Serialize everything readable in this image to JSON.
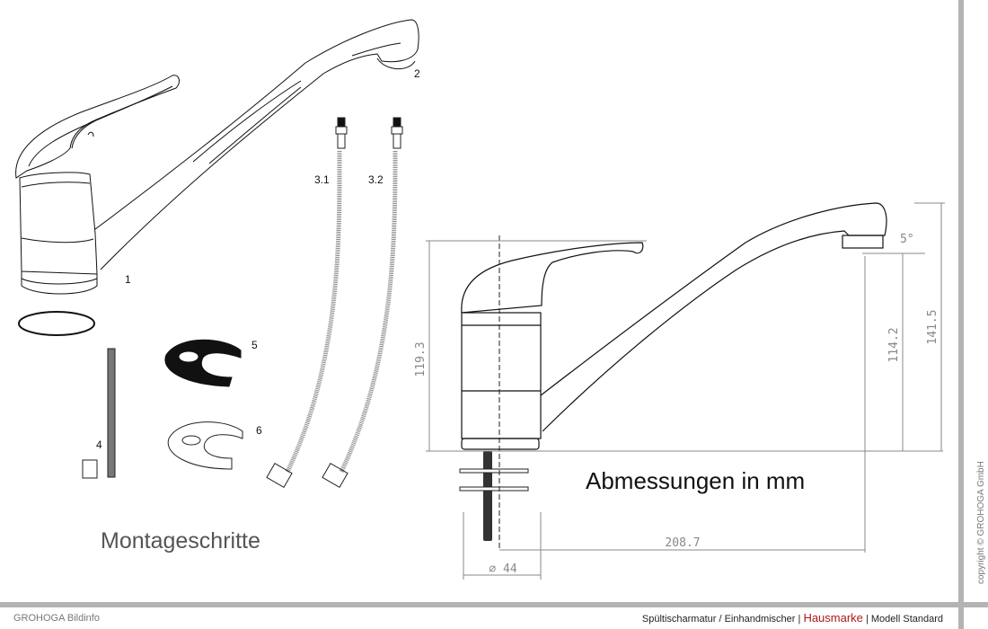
{
  "titles": {
    "assembly": "Montageschritte",
    "dimensions": "Abmessungen in mm"
  },
  "parts": [
    {
      "id": "1",
      "label": "1",
      "name": "faucet-body"
    },
    {
      "id": "2",
      "label": "2",
      "name": "aerator"
    },
    {
      "id": "3.1",
      "label": "3.1",
      "name": "hose-1"
    },
    {
      "id": "3.2",
      "label": "3.2",
      "name": "hose-2"
    },
    {
      "id": "4",
      "label": "4",
      "name": "threaded-rod"
    },
    {
      "id": "5",
      "label": "5",
      "name": "rubber-washer"
    },
    {
      "id": "6",
      "label": "6",
      "name": "metal-washer"
    }
  ],
  "dimensions": {
    "body_height": "119.3",
    "spout_height": "114.2",
    "total_height": "141.5",
    "spout_reach": "208.7",
    "base_diameter": "∅ 44",
    "spout_angle": "5°"
  },
  "footer": {
    "left": "GROHOGA Bildinfo",
    "product": "Spültischarmatur / Einhandmischer",
    "separator": "|",
    "brand": "Hausmarke",
    "model": "Modell Standard",
    "copyright": "copyright © GROHOGA GmbH"
  },
  "colors": {
    "brand": "#b01818",
    "frame": "#b3b3b3"
  }
}
